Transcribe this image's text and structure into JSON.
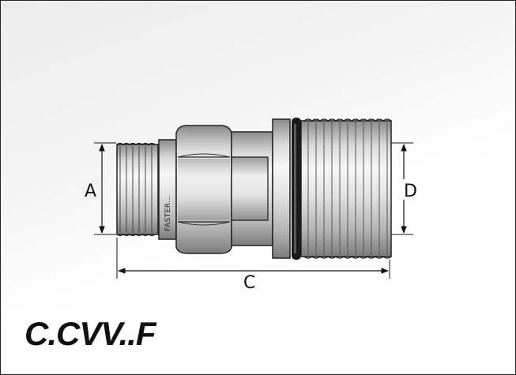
{
  "dimensions": {
    "a": "A",
    "c": "C",
    "d": "D"
  },
  "brand_marking": "FASTER...",
  "model_code": "C.CVV..F",
  "colors": {
    "border": "#222222",
    "metal_light": "#f2f2f2",
    "metal_dark": "#7a7a7a",
    "outline": "#222222",
    "oring": "#1a1a1a"
  }
}
